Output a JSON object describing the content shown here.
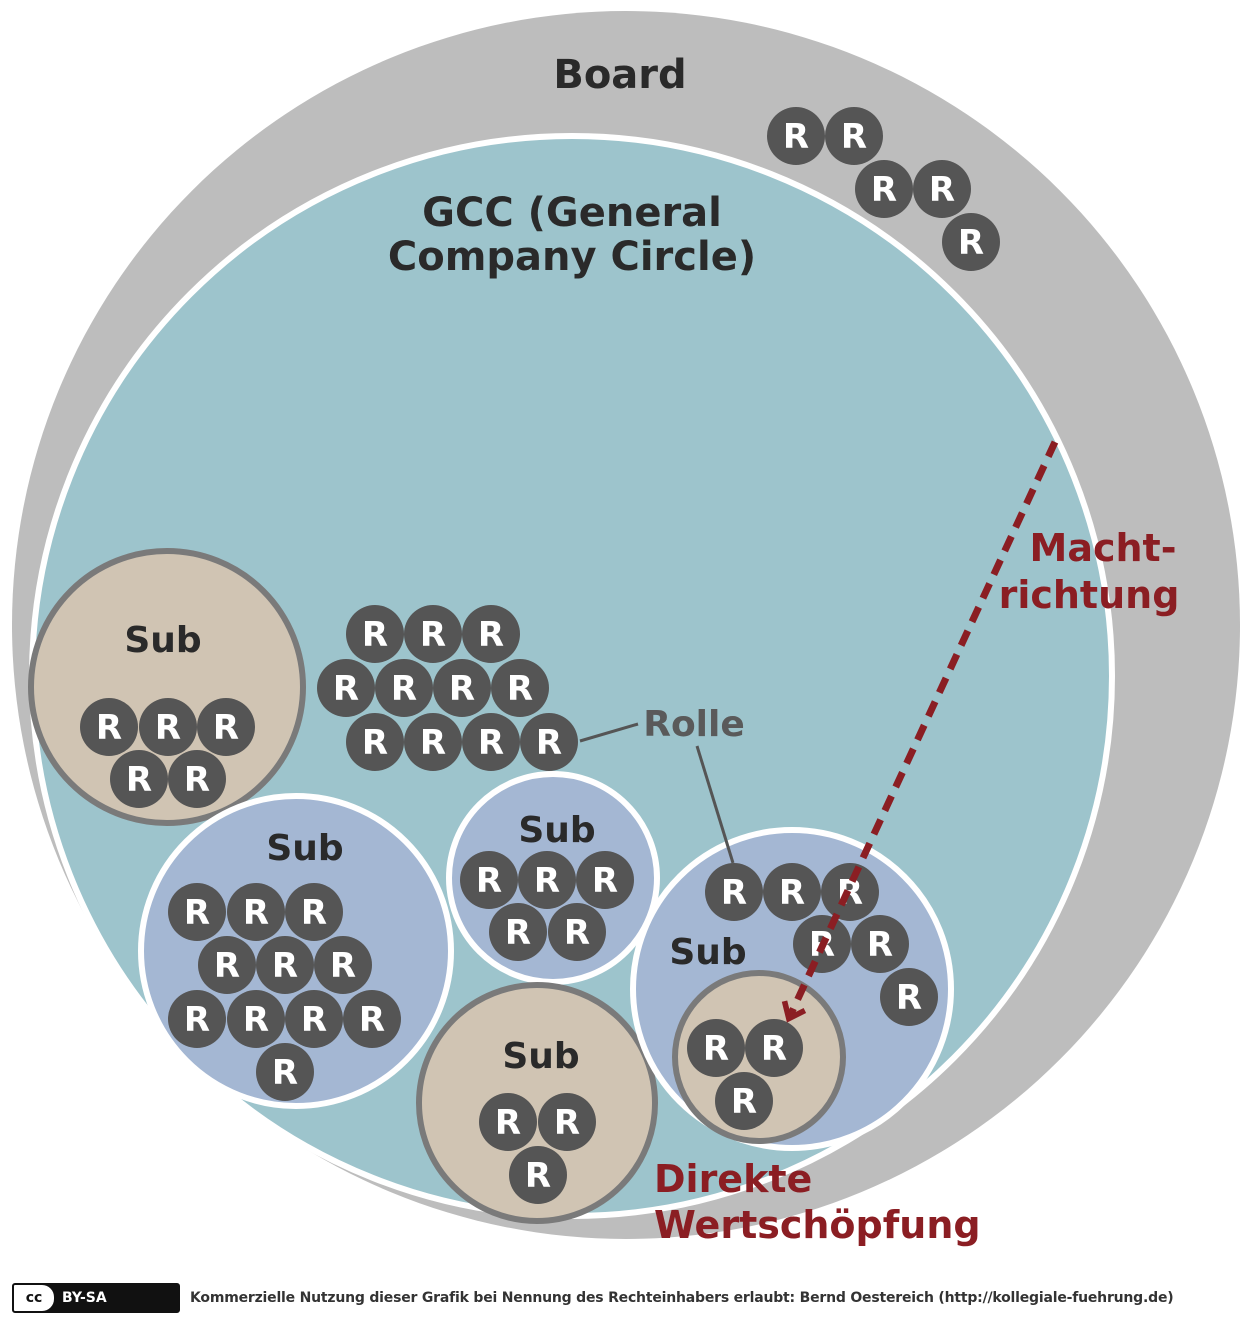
{
  "labels": {
    "board": "Board",
    "gcc_line1": "GCC (General",
    "gcc_line2": "Company Circle)",
    "sub": "Sub",
    "role_letter": "R",
    "rolle": "Rolle",
    "macht_line1": "Macht-",
    "macht_line2": "richtung",
    "direkte_line1": "Direkte",
    "direkte_line2": "Wertschöpfung"
  },
  "colors": {
    "board": "#bdbdbd",
    "gcc": "#9dc4cc",
    "sub_blue": "#a4b7d3",
    "sub_beige": "#d0c4b3",
    "role": "#555555",
    "accent": "#8b1e23",
    "text": "#2a2a2a",
    "rolle_text": "#5a5a5a"
  },
  "footer": {
    "license_cc": "cc",
    "license_type": "BY-SA",
    "credit": "Kommerzielle Nutzung dieser Grafik bei Nennung des Rechteinhabers erlaubt: Bernd Oestereich (http://kollegiale-fuehrung.de)"
  }
}
